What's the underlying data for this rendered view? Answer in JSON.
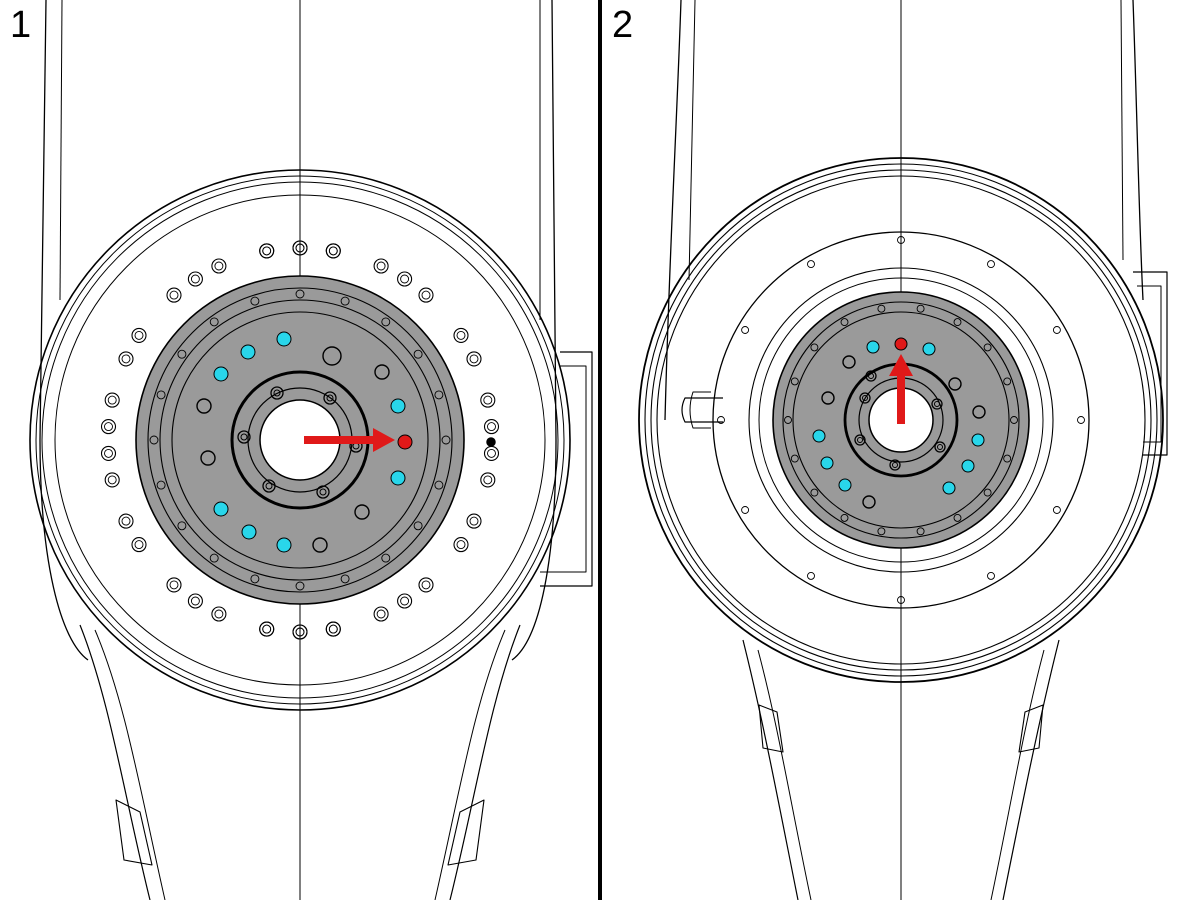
{
  "panels": [
    {
      "label": "1",
      "arrow_direction": "right"
    },
    {
      "label": "2",
      "arrow_direction": "up"
    }
  ],
  "colors": {
    "line": "#000000",
    "flange_fill": "#9a9a9a",
    "highlight_hole": "#29d6ea",
    "target_hole": "#e01919",
    "arrow": "#e01919",
    "background": "#ffffff"
  },
  "icons": [
    "arrow-right-icon",
    "arrow-up-icon"
  ]
}
